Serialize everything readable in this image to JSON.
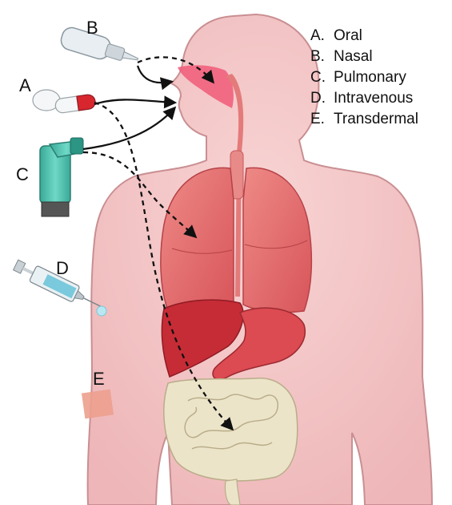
{
  "legend": {
    "items": [
      {
        "letter": "A.",
        "label": "Oral"
      },
      {
        "letter": "B.",
        "label": "Nasal"
      },
      {
        "letter": "C.",
        "label": "Pulmonary"
      },
      {
        "letter": "D.",
        "label": "Intravenous"
      },
      {
        "letter": "E.",
        "label": "Transdermal"
      }
    ]
  },
  "route_labels": {
    "a": "A",
    "b": "B",
    "c": "C",
    "d": "D",
    "e": "E"
  },
  "colors": {
    "body_skin": "#f3c5c5",
    "body_outline": "#c98f92",
    "lungs": "#e06a6a",
    "trachea": "#e47b7b",
    "liver": "#c62c36",
    "stomach": "#dc4a52",
    "intestines": "#ece4c9",
    "nasal_cavity": "#f05a78",
    "inhaler_teal": "#4cc3b0",
    "transdermal_patch": "#eca08e",
    "arrows": "#111111"
  }
}
